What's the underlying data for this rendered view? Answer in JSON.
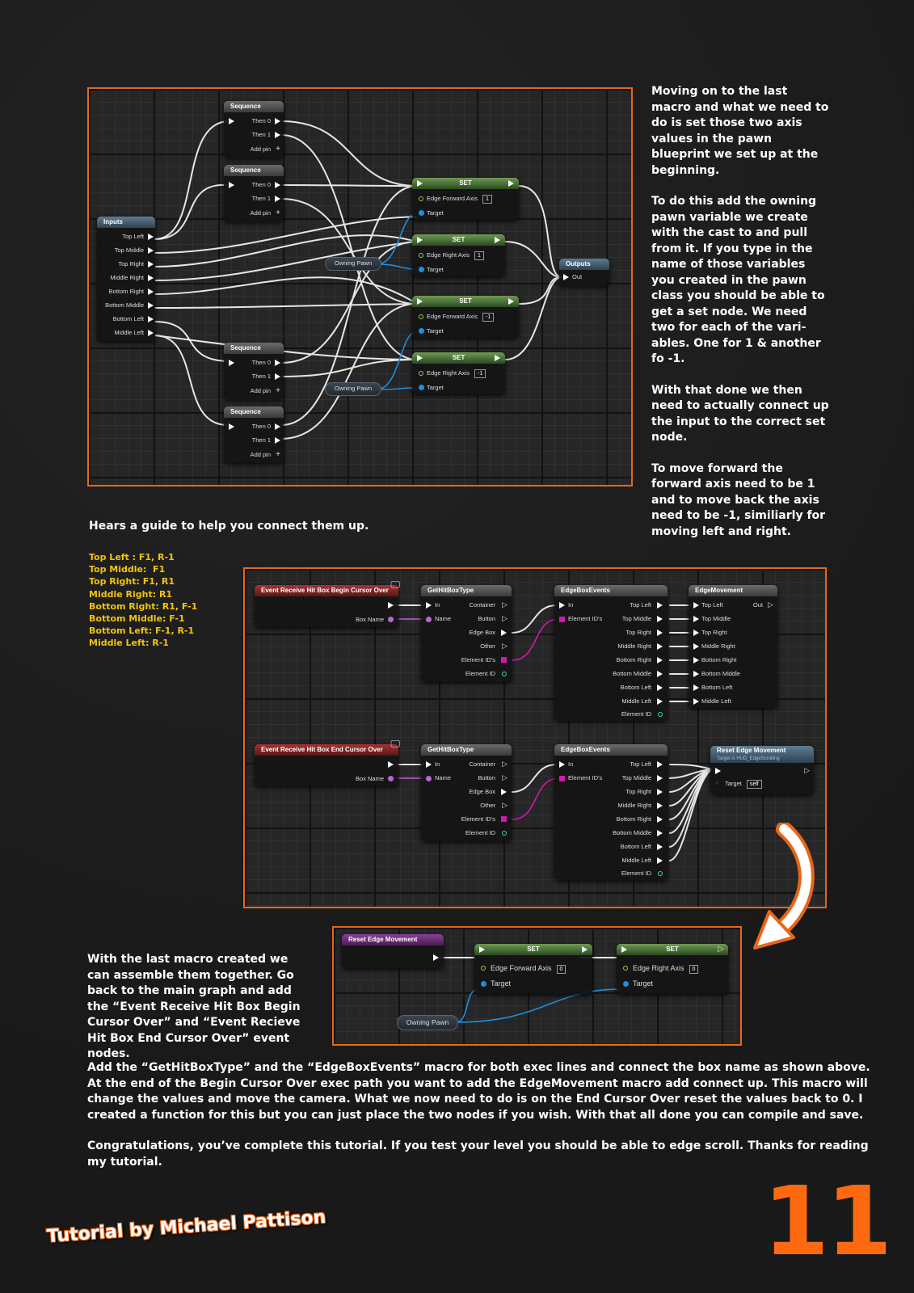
{
  "paragraphs_right": [
    "Moving on to the last macro and what we need to do is set those two axis values in the pawn blueprint we set up at the beginning.",
    "To do this add the owning pawn variable we create with the cast to and pull from it. If you type in the name of those variables you created in the pawn class you should be able to get a set node. We need two for each of the vari- ables. One for 1 & another fo -1.",
    "With that done we then need to actually connect up the input to the correct set node.",
    "To move forward the forward axis need to be 1 and to move back the axis need to be -1, similiarly for moving left and right."
  ],
  "guide_heading": "Hears a guide to help you connect them up.",
  "guide_items": [
    "Top Left : F1, R-1",
    "Top Middle:  F1",
    "Top Right: F1, R1",
    "Middle Right: R1",
    "Bottom Right: R1, F-1",
    "Bottom Middle: F-1",
    "Bottom Left: F-1, R-1",
    "Middle Left: R-1"
  ],
  "left_paragraph": "With the last macro created we can assemble them together. Go back to the main graph and add the “Event Receive Hit Box Begin Cursor Over” and “Event Recieve Hit Box End Cursor Over” event nodes.",
  "bottom_paragraphs": [
    "Add the “GetHitBoxType” and the “EdgeBoxEvents” macro for both exec lines and connect the box name as shown above. At the end of the Begin Cursor Over exec path you want to add the EdgeMovement macro add connect up. This macro will change the values and move the camera. What we now need to do is on the End Cursor Over reset the values back to 0. I created a function for this but you can just place the two nodes if you wish. With that all done you can compile and save.",
    "Congratulations, you’ve complete this tutorial. If you test your level you should be able to edge scroll. Thanks for reading my tutorial."
  ],
  "credit": "Tutorial by Michael Pattison",
  "page_number": "11",
  "graph1": {
    "inputs_title": "Inputs",
    "inputs": [
      "Top Left",
      "Top Middle",
      "Top Right",
      "Middle Right",
      "Bottom Right",
      "Bottom Middle",
      "Bottom Left",
      "Middle Left"
    ],
    "sequence_title": "Sequence",
    "then0": "Then 0",
    "then1": "Then 1",
    "add_pin": "Add pin",
    "set_title": "SET",
    "edge_forward_axis": "Edge Forward Axis",
    "edge_right_axis": "Edge Right Axis",
    "target": "Target",
    "owning_pawn": "Owning Pawn",
    "outputs_title": "Outputs",
    "out": "Out",
    "set_values": [
      "1",
      "1",
      "-1",
      "-1"
    ]
  },
  "graph2": {
    "event_begin": "Event Receive Hit Box Begin Cursor Over",
    "event_end": "Event Receive Hit Box End Cursor Over",
    "box_name": "Box Name",
    "get_hit_box_type": "GetHitBoxType",
    "in": "In",
    "name": "Name",
    "container": "Container",
    "button": "Button",
    "edge_box": "Edge Box",
    "other": "Other",
    "element_ids": "Element ID's",
    "element_id": "Element ID",
    "edge_box_events": "EdgeBoxEvents",
    "edge_movement": "EdgeMovement",
    "out": "Out",
    "directions": [
      "Top Left",
      "Top Middle",
      "Top Right",
      "Middle Right",
      "Bottom Right",
      "Bottom Middle",
      "Bottom Left",
      "Middle Left"
    ],
    "reset_edge_movement": "Reset Edge Movement",
    "reset_subtitle": "Target is HUD_EdgeScrolling",
    "target": "Target",
    "self": "self"
  },
  "graph3": {
    "title": "Reset Edge Movement",
    "set_title": "SET",
    "edge_forward_axis": "Edge Forward Axis",
    "edge_right_axis": "Edge Right Axis",
    "target": "Target",
    "owning_pawn": "Owning Pawn",
    "value": "0"
  }
}
